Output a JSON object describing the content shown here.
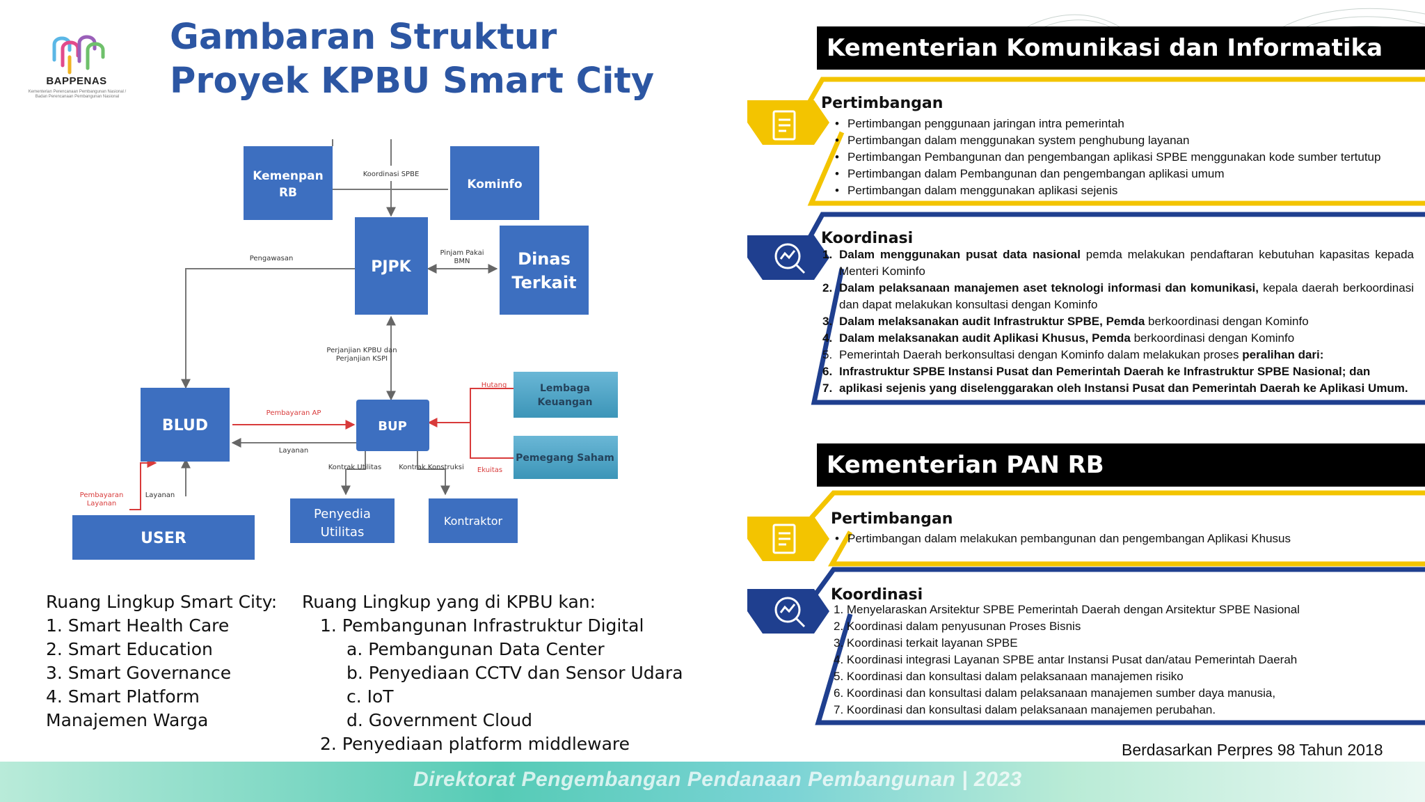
{
  "logo": {
    "name": "BAPPENAS",
    "tagline": "Kementerian Perencanaan Pembangunan Nasional / Badan Perencanaan Pembangunan Nasional"
  },
  "title": {
    "line1": "Gambaran Struktur",
    "line2": "Proyek KPBU Smart City"
  },
  "diagram": {
    "boxes": {
      "kemenpan": [
        "Kemenpan",
        "RB"
      ],
      "kominfo": "Kominfo",
      "pjpk": "PJPK",
      "dinas": [
        "Dinas",
        "Terkait"
      ],
      "blud": "BLUD",
      "bup": "BUP",
      "lembaga": [
        "Lembaga",
        "Keuangan"
      ],
      "pemegang": "Pemegang Saham",
      "user": "USER",
      "penyedia": [
        "Penyedia",
        "Utilitas"
      ],
      "kontraktor": "Kontraktor"
    },
    "labels": {
      "koordinasi": "Koordinasi SPBE",
      "pengawasan": "Pengawasan",
      "pinjam": [
        "Pinjam Pakai",
        "BMN"
      ],
      "perjanjian": [
        "Perjanjian KPBU dan",
        "Perjanjian KSPI"
      ],
      "pembayaran_ap": "Pembayaran AP",
      "layanan1": "Layanan",
      "layanan2": "Layanan",
      "hutang": "Hutang",
      "ekuitas": "Ekuitas",
      "kontrak_utilitas": "Kontrak Utilitas",
      "kontrak_konstruksi": "Kontrak Konstruksi",
      "pembayaran_layanan": [
        "Pembayaran",
        "Layanan"
      ]
    }
  },
  "list1": {
    "heading": "Ruang Lingkup Smart City:",
    "items": [
      "1. Smart Health Care",
      "2. Smart Education",
      "3. Smart Governance",
      "4. Smart Platform",
      "Manajemen Warga"
    ]
  },
  "list2": {
    "heading": "Ruang Lingkup yang di KPBU kan:",
    "item1": "1. Pembangunan Infrastruktur Digital",
    "sub": [
      "a. Pembangunan Data Center",
      "b. Penyediaan CCTV dan Sensor Udara",
      "c. IoT",
      "d. Government Cloud"
    ],
    "item2": "2. Penyediaan platform middleware"
  },
  "right": {
    "kominfo": {
      "header": "Kementerian Komunikasi dan Informatika",
      "pertimbangan_title": "Pertimbangan",
      "pertimbangan": [
        "Pertimbangan penggunaan jaringan intra pemerintah",
        "Pertimbangan dalam menggunakan system penghubung layanan",
        "Pertimbangan Pembangunan dan pengembangan aplikasi SPBE menggunakan kode sumber tertutup",
        "Pertimbangan dalam Pembangunan dan pengembangan aplikasi umum",
        "Pertimbangan dalam menggunakan aplikasi sejenis"
      ],
      "koordinasi_title": "Koordinasi",
      "koordinasi": [
        {
          "n": "1.",
          "bold": "Dalam menggunakan pusat data nasional",
          "rest": " pemda melakukan pendaftaran kebutuhan kapasitas kepada Menteri Kominfo"
        },
        {
          "n": "2.",
          "bold": "Dalam pelaksanaan manajemen aset teknologi informasi dan komunikasi,",
          "rest": " kepala daerah berkoordinasi dan dapat melakukan konsultasi dengan Kominfo"
        },
        {
          "n": "3.",
          "bold": "Dalam melaksanakan audit Infrastruktur SPBE, Pemda",
          "rest": " berkoordinasi dengan Kominfo"
        },
        {
          "n": "4.",
          "bold": "Dalam melaksanakan audit Aplikasi Khusus, Pemda",
          "rest": " berkoordinasi dengan Kominfo"
        },
        {
          "n": "5.",
          "bold": "",
          "rest": "Pemerintah Daerah berkonsultasi dengan Kominfo dalam melakukan proses ",
          "bold2": "peralihan dari:"
        },
        {
          "n": "6.",
          "bold": "Infrastruktur SPBE Instansi Pusat dan Pemerintah Daerah ke Infrastruktur SPBE Nasional; dan",
          "rest": ""
        },
        {
          "n": "7.",
          "bold": "aplikasi sejenis yang diselenggarakan oleh Instansi Pusat dan Pemerintah Daerah ke Aplikasi Umum.",
          "rest": ""
        }
      ]
    },
    "panrb": {
      "header": "Kementerian PAN RB",
      "pertimbangan_title": "Pertimbangan",
      "pertimbangan": [
        "Pertimbangan dalam melakukan pembangunan dan pengembangan Aplikasi Khusus"
      ],
      "koordinasi_title": "Koordinasi",
      "koordinasi": [
        "1.  Menyelaraskan Arsitektur SPBE Pemerintah Daerah dengan Arsitektur SPBE Nasional",
        "2.  Koordinasi dalam penyusunan Proses Bisnis",
        "3.  Koordinasi terkait layanan SPBE",
        "4.  Koordinasi integrasi Layanan SPBE antar Instansi Pusat dan/atau Pemerintah Daerah",
        "5.  Koordinasi dan konsultasi dalam pelaksanaan manajemen risiko",
        "6.  Koordinasi dan konsultasi dalam pelaksanaan manajemen sumber daya manusia,",
        "7.  Koordinasi dan konsultasi dalam pelaksanaan manajemen perubahan."
      ]
    }
  },
  "source": "Berdasarkan Perpres 98 Tahun 2018",
  "footer": "Direktorat Pengembangan Pendanaan Pembangunan | 2023",
  "colors": {
    "title": "#2c56a3",
    "box": "#3d6fc0",
    "yellow": "#f3c400",
    "navy": "#1f3f8f"
  }
}
